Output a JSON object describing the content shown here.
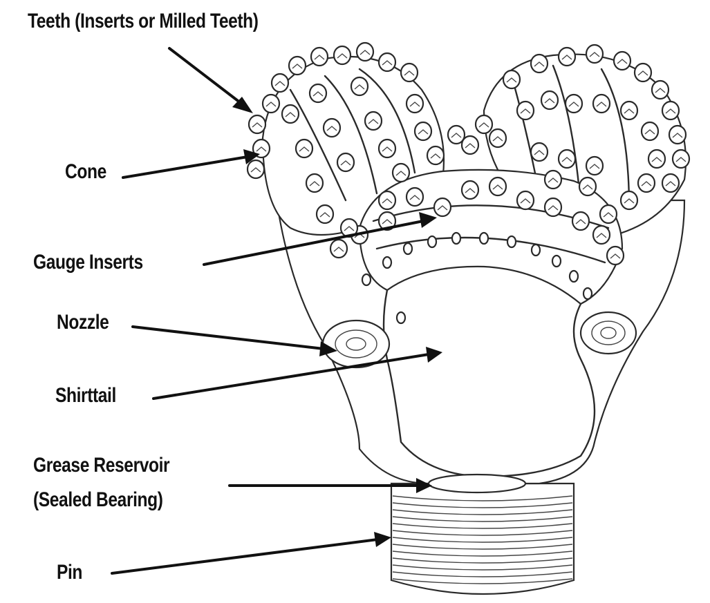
{
  "labels": {
    "teeth": "Teeth (Inserts or Milled Teeth)",
    "cone": "Cone",
    "gauge_inserts": "Gauge Inserts",
    "nozzle": "Nozzle",
    "shirttail": "Shirttail",
    "grease_line1": "Grease Reservoir",
    "grease_line2": "(Sealed Bearing)",
    "pin": "Pin"
  },
  "colors": {
    "ink": "#2a2a2a",
    "background": "#ffffff"
  }
}
